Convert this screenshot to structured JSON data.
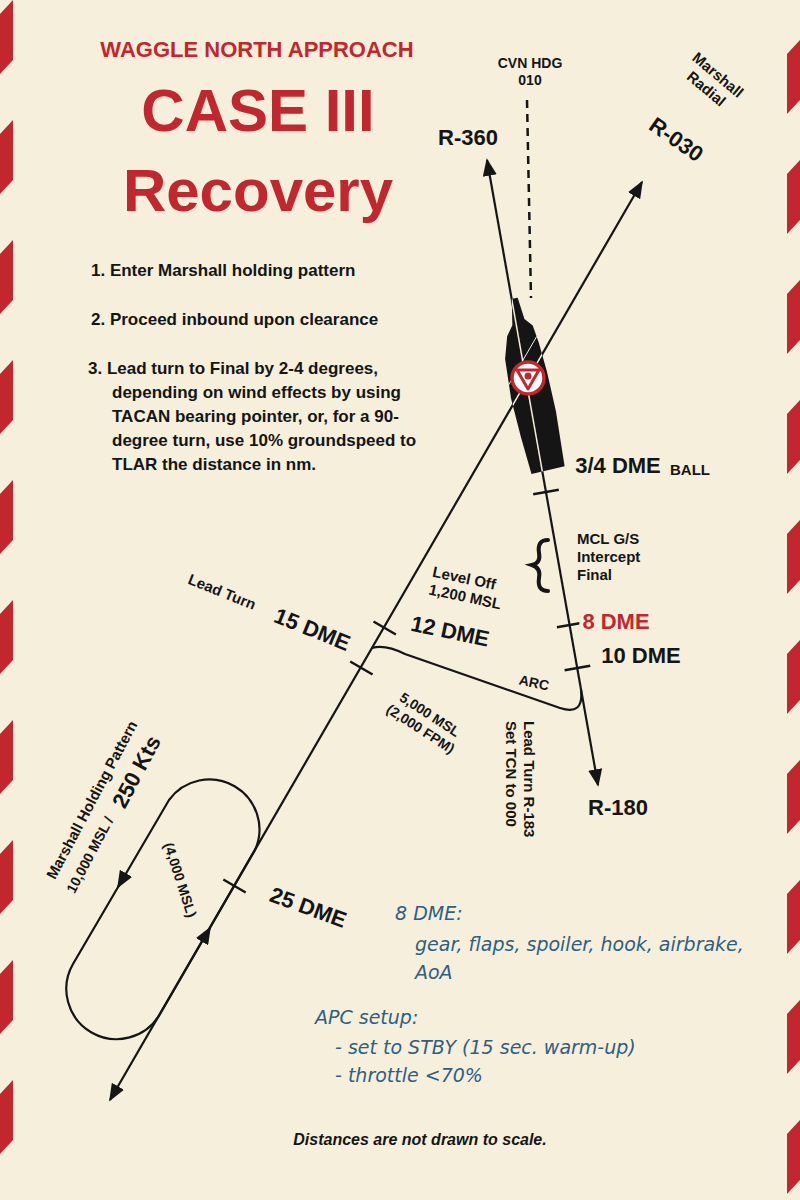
{
  "diagram": {
    "title": "CASE III Recovery",
    "caption": "Distances are not drawn to scale.",
    "labels": [
      "WAGGLE NORTH APPROACH",
      "1. Enter Marshall holding pattern",
      "2. Proceed inbound upon clearance",
      "3. Lead turn to Final by 2-4 degrees, depending on wind effects by using TACAN bearing pointer, or, for a 90-degree turn, use 10% groundspeed to TLAR the distance in nm.",
      "CVN HDG 010",
      "R-360",
      "Marshall Radial",
      "R-030",
      "3/4 DME",
      "BALL",
      "MCL G/S Intercept Final",
      "Level Off 1,200 MSL",
      "8 DME",
      "Lead Turn",
      "15 DME",
      "12 DME",
      "ARC",
      "10 DME",
      "5,000 MSL (2,000 FPM)",
      "Lead Turn R-183 Set TCN to 000",
      "R-180",
      "Marshall Holding Pattern",
      "10,000 MSL /",
      "250 Kts",
      "(4,000 MSL)",
      "25 DME",
      "8 DME:",
      "gear, flaps, spoiler, hook, airbrake, AoA",
      "APC setup:",
      "- set to STBY (15 sec. warm-up)",
      "- throttle <70%"
    ]
  }
}
